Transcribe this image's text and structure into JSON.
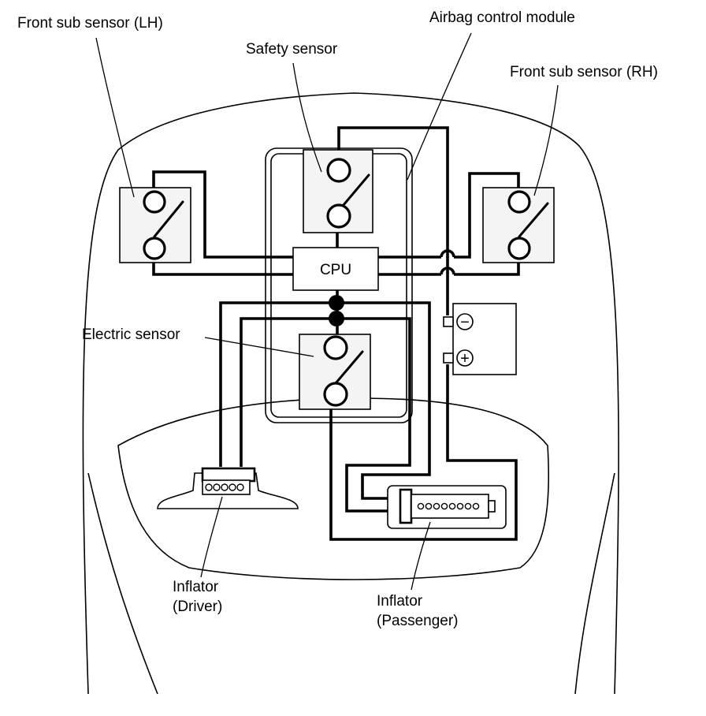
{
  "diagram": {
    "labels": {
      "front_sub_sensor_lh": "Front sub sensor (LH)",
      "airbag_control_module": "Airbag control module",
      "safety_sensor": "Safety sensor",
      "front_sub_sensor_rh": "Front sub sensor (RH)",
      "cpu": "CPU",
      "electric_sensor": "Electric sensor",
      "inflator_driver_line1": "Inflator",
      "inflator_driver_line2": "(Driver)",
      "inflator_passenger_line1": "Inflator",
      "inflator_passenger_line2": "(Passenger)"
    },
    "battery_terminals": {
      "negative": "−",
      "positive": "+"
    }
  }
}
